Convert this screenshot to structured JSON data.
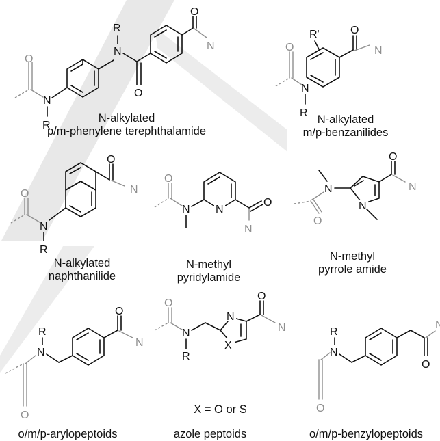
{
  "captions": [
    {
      "line1": "N-alkylated",
      "line2": "p/m-phenylene terephthalamide"
    },
    {
      "line1": "N-alkylated",
      "line2": "m/p-benzanilides"
    },
    {
      "line1": "N-alkylated",
      "line2": "naphthanilide"
    },
    {
      "line1": "N-methyl",
      "line2": "pyridylamide"
    },
    {
      "line1": "N-methyl",
      "line2": "pyrrole amide"
    },
    {
      "line1": "o/m/p-arylopeptoids"
    },
    {
      "line1": "azole peptoids"
    },
    {
      "line1": "o/m/p-benzylopeptoids"
    }
  ],
  "note": "X = O or S",
  "atoms": {
    "N": "N",
    "O": "O",
    "R": "R",
    "R_prime": "R'",
    "X": "X"
  },
  "colors": {
    "bond": "#111111",
    "faded": "#8f8f8f",
    "watermark": "#e6e6e6"
  }
}
